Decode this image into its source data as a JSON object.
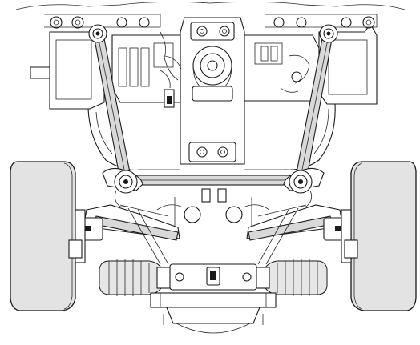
{
  "figure": {
    "parts": [
      "left-wheel",
      "right-wheel",
      "left-strut-rod",
      "right-strut-rod",
      "tie-bar",
      "left-ball-joint",
      "right-ball-joint",
      "left-steering-boot",
      "right-steering-boot",
      "steering-rack",
      "gearbox-housing",
      "left-lower-arm",
      "right-lower-arm"
    ]
  }
}
